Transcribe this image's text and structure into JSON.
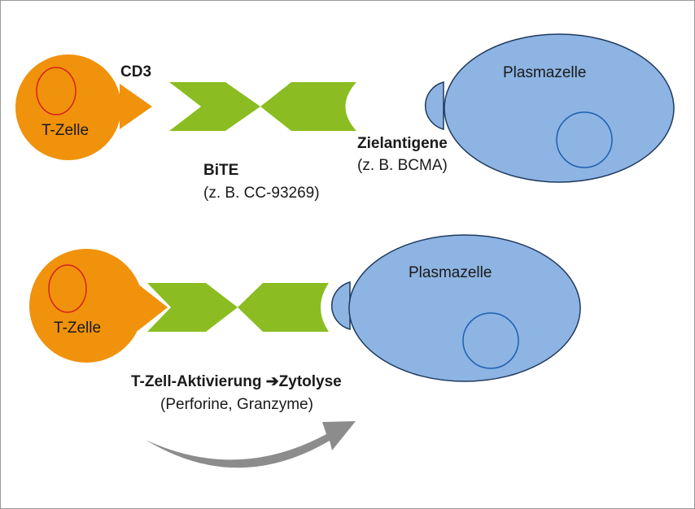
{
  "colors": {
    "t_cell": "#f0920c",
    "t_cell_nucleus": "#d9201f",
    "bite": "#8bbd22",
    "plasma_cell": "#8db4e2",
    "plasma_outline": "#1f3a5f",
    "plasma_nucleus": "#1f5fb0",
    "arrow": "#8c8c8c"
  },
  "top": {
    "t_cell_label": "T-Zelle",
    "cd3_label": "CD3",
    "bite_label": "BiTE",
    "bite_example": "(z. B. CC-93269)",
    "antigen_label": "Zielantigene",
    "antigen_example": "(z. B. BCMA)",
    "plasma_cell_label": "Plasmazelle"
  },
  "bottom": {
    "t_cell_label": "T-Zelle",
    "plasma_cell_label": "Plasmazelle",
    "activation_label": "T-Zell-Aktivierung ➔Zytolyse",
    "activation_detail": "(Perforine, Granzyme)"
  }
}
